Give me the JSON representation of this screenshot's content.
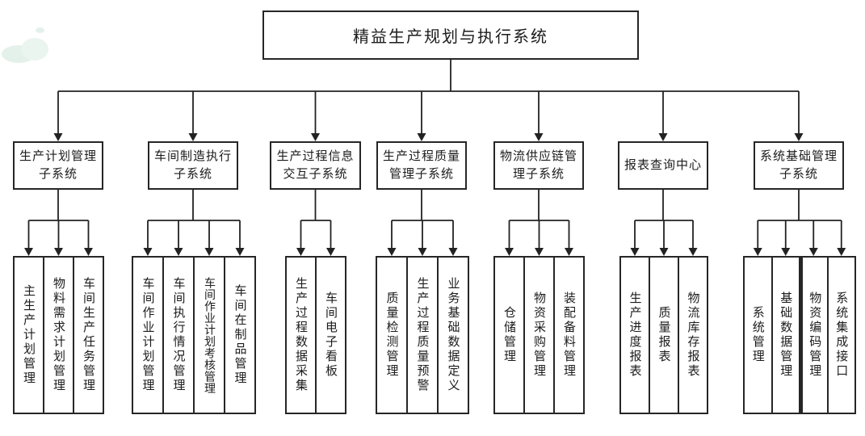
{
  "title": "精益生产规划与执行系统",
  "colors": {
    "line": "#222222",
    "border": "#262626",
    "background": "#ffffff",
    "watermark": "#e4f1ea"
  },
  "groups": [
    {
      "label": "生产计划管理\n子系统",
      "children": [
        "主生产计划管理",
        "物料需求计划管理",
        "车间生产任务管理"
      ]
    },
    {
      "label": "车间制造执行\n子系统",
      "children": [
        "车间作业计划管理",
        "车间执行情况管理",
        "车间作业计划考核管理",
        "车间在制品管理"
      ]
    },
    {
      "label": "生产过程信息\n交互子系统",
      "children": [
        "生产过程数据采集",
        "车间电子看板"
      ]
    },
    {
      "label": "生产过程质量\n管理子系统",
      "children": [
        "质量检测管理",
        "生产过程质量预警",
        "业务基础数据定义"
      ]
    },
    {
      "label": "物流供应链管\n理子系统",
      "children": [
        "仓储管理",
        "物资采购管理",
        "装配备料管理"
      ]
    },
    {
      "label": "报表查询中心",
      "children": [
        "生产进度报表",
        "质量报表",
        "物流库存报表"
      ]
    },
    {
      "label": "系统基础管理\n子系统",
      "children": [
        "系统管理",
        "基础数据管理",
        "物资编码管理",
        "系统集成接口"
      ]
    }
  ]
}
